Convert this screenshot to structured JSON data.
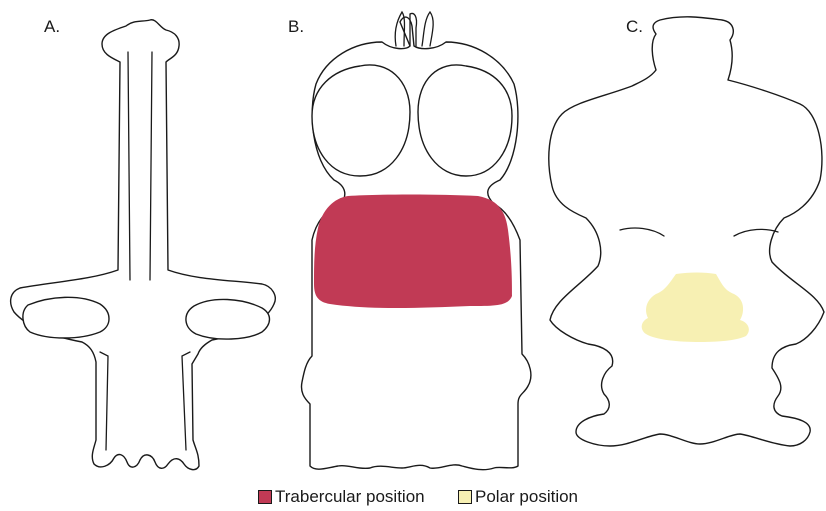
{
  "panels": [
    {
      "label": "A."
    },
    {
      "label": "B."
    },
    {
      "label": "C."
    }
  ],
  "legend": {
    "items": [
      {
        "label": "Trabercular position",
        "color": "#c13a55"
      },
      {
        "label": "Polar position",
        "color": "#f7f0b3"
      }
    ]
  },
  "colors": {
    "outline": "#1a1a1a",
    "background": "#ffffff"
  }
}
